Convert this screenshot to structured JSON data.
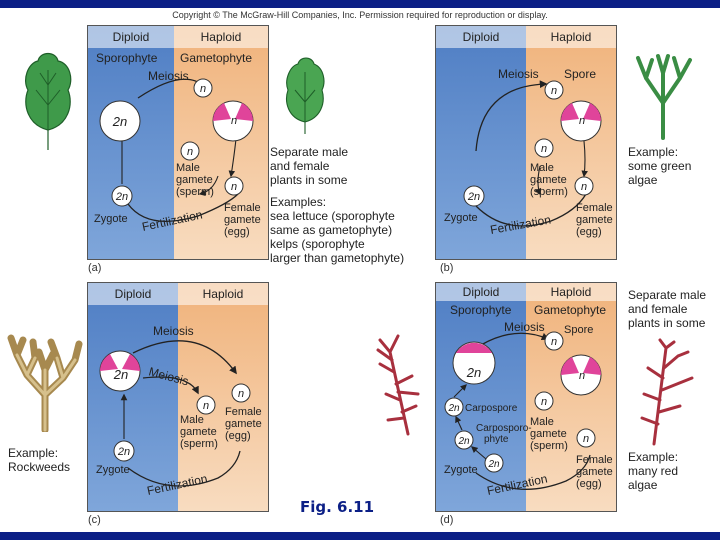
{
  "copyright": "Copyright © The McGraw-Hill Companies, Inc. Permission required for reproduction or display.",
  "figure_label": "Fig. 6.11",
  "colors": {
    "diploid": "#5b86c8",
    "haploid": "#f2c18c",
    "gamete": "#e0449a",
    "frame": "#0b1f86"
  },
  "panel_a": {
    "label": "(a)",
    "diploid": "Diploid",
    "haploid": "Haploid",
    "sporophyte": "Sporophyte",
    "gametophyte": "Gametophyte",
    "meiosis": "Meiosis",
    "fertilization": "Fertilization",
    "n": "n",
    "two_n": "2n",
    "zygote": "Zygote",
    "male_1": "Male",
    "male_2": "gamete",
    "male_3": "(sperm)",
    "female_1": "Female",
    "female_2": "gamete",
    "female_3": "(egg)",
    "note_1": "Separate male",
    "note_2": "and female",
    "note_3": "plants in some",
    "ex_1": "Examples:",
    "ex_2": "sea lettuce (sporophyte",
    "ex_3": "same as gametophyte)",
    "ex_4": "kelps (sporophyte",
    "ex_5": "larger than gametophyte)"
  },
  "panel_b": {
    "label": "(b)",
    "diploid": "Diploid",
    "haploid": "Haploid",
    "meiosis": "Meiosis",
    "spore": "Spore",
    "fertilization": "Fertilization",
    "n": "n",
    "two_n": "2n",
    "zygote": "Zygote",
    "male_1": "Male",
    "male_2": "gamete",
    "male_3": "(sperm)",
    "female_1": "Female",
    "female_2": "gamete",
    "female_3": "(egg)",
    "ex_1": "Example:",
    "ex_2": "some green",
    "ex_3": "algae"
  },
  "panel_c": {
    "label": "(c)",
    "diploid": "Diploid",
    "haploid": "Haploid",
    "meiosis": "Meiosis",
    "fertilization": "Fertilization",
    "n": "n",
    "two_n": "2n",
    "zygote": "Zygote",
    "male_1": "Male",
    "male_2": "gamete",
    "male_3": "(sperm)",
    "female_1": "Female",
    "female_2": "gamete",
    "female_3": "(egg)",
    "ex_1": "Example:",
    "ex_2": "Rockweeds"
  },
  "panel_d": {
    "label": "(d)",
    "diploid": "Diploid",
    "haploid": "Haploid",
    "sporophyte": "Sporophyte",
    "gametophyte": "Gametophyte",
    "meiosis": "Meiosis",
    "spore": "Spore",
    "fertilization": "Fertilization",
    "carpospore": "Carpospore",
    "carposporo_1": "Carposporo-",
    "carposporo_2": "phyte",
    "n": "n",
    "two_n": "2n",
    "zygote": "Zygote",
    "male_1": "Male",
    "male_2": "gamete",
    "male_3": "(sperm)",
    "female_1": "Female",
    "female_2": "gamete",
    "female_3": "(egg)",
    "note_1": "Separate male",
    "note_2": "and female",
    "note_3": "plants in some",
    "ex_1": "Example:",
    "ex_2": "many red",
    "ex_3": "algae"
  }
}
